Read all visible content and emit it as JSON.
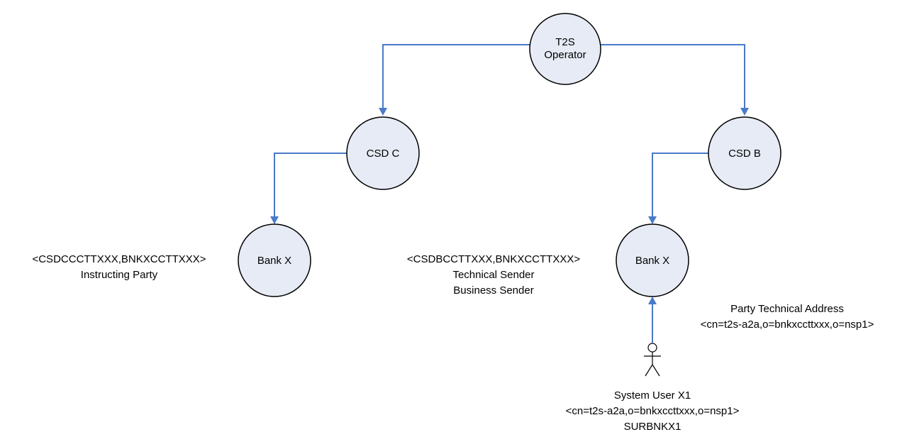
{
  "nodes": {
    "t2s_operator": {
      "line1": "T2S",
      "line2": "Operator"
    },
    "csd_c": {
      "label": "CSD C"
    },
    "csd_b": {
      "label": "CSD B"
    },
    "bank_x_left": {
      "label": "Bank X"
    },
    "bank_x_right": {
      "label": "Bank X"
    }
  },
  "annotations": {
    "left_bank": {
      "bic_pair": "<CSDCCCTTXXX,BNKXCCTTXXX>",
      "role": "Instructing Party"
    },
    "right_bank": {
      "bic_pair": "<CSDBCCTTXXX,BNKXCCTTXXX>",
      "role1": "Technical Sender",
      "role2": "Business Sender"
    },
    "party_technical_address": {
      "title": "Party Technical Address",
      "value": "<cn=t2s-a2a,o=bnkxccttxxx,o=nsp1>"
    },
    "system_user": {
      "name": "System User X1",
      "dn": "<cn=t2s-a2a,o=bnkxccttxxx,o=nsp1>",
      "login": "SURBNKX1"
    }
  },
  "colors": {
    "node_fill": "#e6ebf5",
    "connector": "#4a7ac8"
  }
}
